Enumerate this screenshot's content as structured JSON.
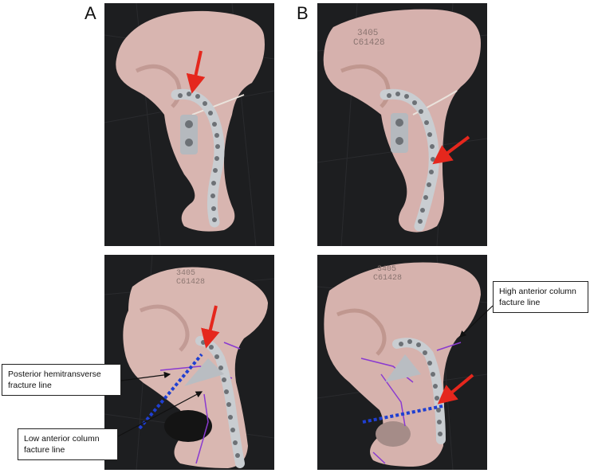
{
  "panels": {
    "a_label": "A",
    "b_label": "B"
  },
  "model_text": {
    "serial_top": "3405",
    "serial_bottom": "C61428"
  },
  "callouts": {
    "posterior_hemitransverse": "Posterior hemitransverse fracture line",
    "low_anterior_column": "Low anterior column facture line",
    "high_anterior_column": "High anterior column facture line"
  },
  "colors": {
    "arrow_red": "#e5271d",
    "fracture_blue": "#1f3fd1",
    "marker_purple": "#8a3ad0",
    "bone": "#d7b3ae",
    "plate": "#c9cdd1",
    "background": "#1b1c1e"
  }
}
